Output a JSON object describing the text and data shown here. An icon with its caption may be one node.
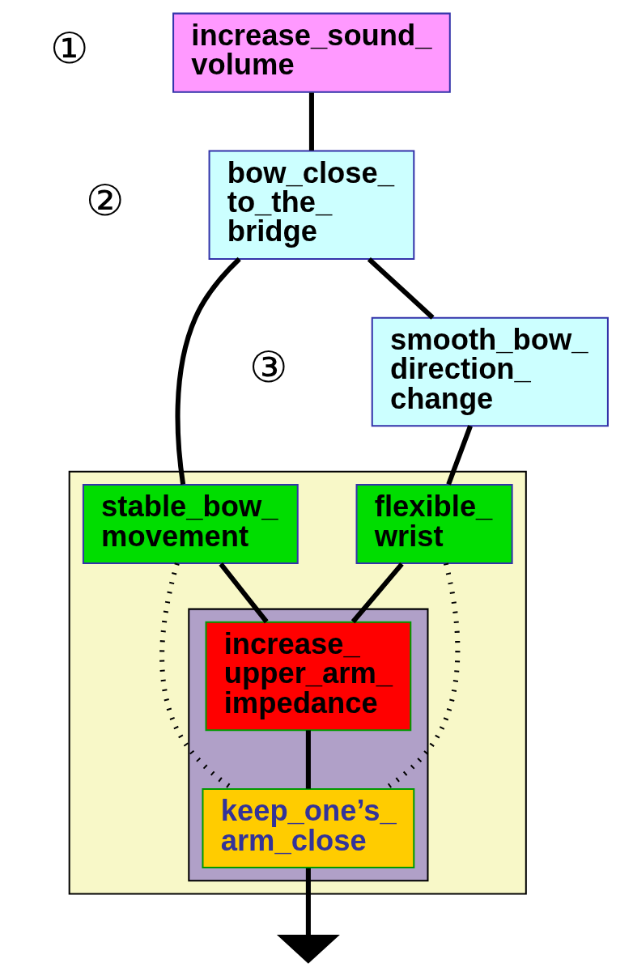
{
  "diagram": {
    "nodes": [
      {
        "text": [
          "increase_sound_ volume"
        ]
      },
      {
        "text": [
          "bow_close_ to_the_ bridge"
        ]
      },
      {
        "text": [
          "smooth_bow_ direction_ change"
        ]
      },
      {
        "text": [],
        "shape": "box"
      },
      {
        "text": [
          "stable_bow_ movement"
        ],
        "in": 3
      },
      {
        "text": [
          "flexible_ wrist"
        ],
        "in": 3
      },
      {
        "text": [],
        "shape": "box",
        "in": 3
      },
      {
        "text": [
          "increase_ upper_arm_ impedance"
        ],
        "in": 6
      },
      {
        "text": [
          "keep_one’s_ arm_close"
        ],
        "in": 6
      },
      {
        "text": [],
        "shape": "ground"
      }
    ],
    "edges": [
      {
        "from": 0,
        "to": 1,
        "arrow": "none"
      },
      {
        "from": 1,
        "to": 4,
        "arrow": "none"
      },
      {
        "from": 1,
        "to": 2,
        "arrow": "none"
      },
      {
        "from": 2,
        "to": 5,
        "arrow": "none"
      },
      {
        "from": 4,
        "to": 8,
        "arrow": "none",
        "style": "dashed"
      },
      {
        "from": 4,
        "to": 7,
        "arrow": "none"
      },
      {
        "from": 5,
        "to": 8,
        "arrow": "none",
        "style": "dashed"
      },
      {
        "from": 5,
        "to": 7,
        "arrow": "none"
      },
      {
        "from": 7,
        "to": 8,
        "arrow": "none"
      },
      {
        "from": 8,
        "to": 9,
        "arrow": "none"
      }
    ],
    "labels": [
      "①",
      "②",
      "③"
    ]
  }
}
